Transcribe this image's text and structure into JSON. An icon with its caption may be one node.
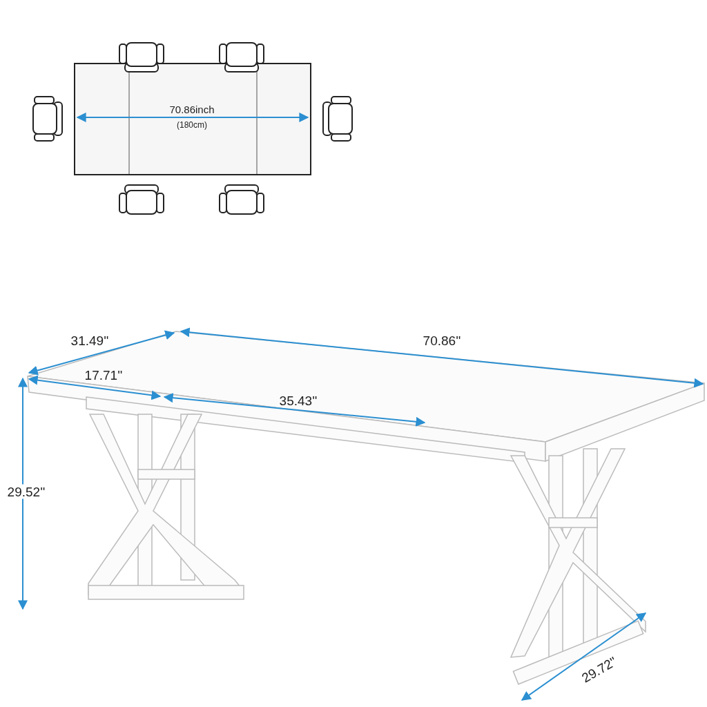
{
  "diagram": {
    "labels": [
      "70.86inch",
      "(180cm)",
      "31.49''",
      "70.86''",
      "17.71''",
      "35.43''",
      "29.52''",
      "29.72''"
    ]
  }
}
